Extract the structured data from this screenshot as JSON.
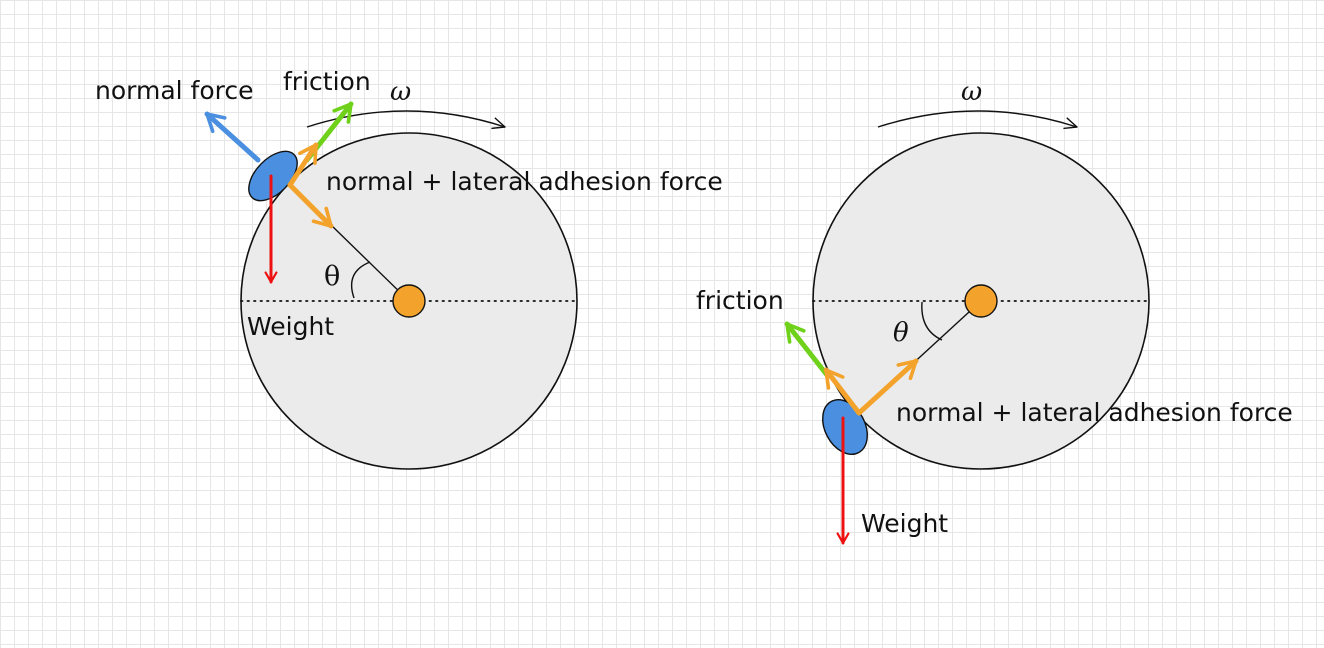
{
  "colors": {
    "wheel_fill": "#ebebeb",
    "hub": "#f3a32b",
    "body": "#4a8fe0",
    "normal_force": "#4a8fe0",
    "friction": "#6fd11a",
    "adhesion": "#f3a32b",
    "weight": "#ee1111"
  },
  "left_panel": {
    "omega_label": "ω",
    "theta_label": "θ",
    "normal_force_label": "normal force",
    "friction_label": "friction",
    "adhesion_label": "normal + lateral adhesion force",
    "weight_label": "Weight"
  },
  "right_panel": {
    "omega_label": "ω",
    "theta_label": "θ",
    "friction_label": "friction",
    "adhesion_label": "normal + lateral adhesion force",
    "weight_label": "Weight"
  }
}
